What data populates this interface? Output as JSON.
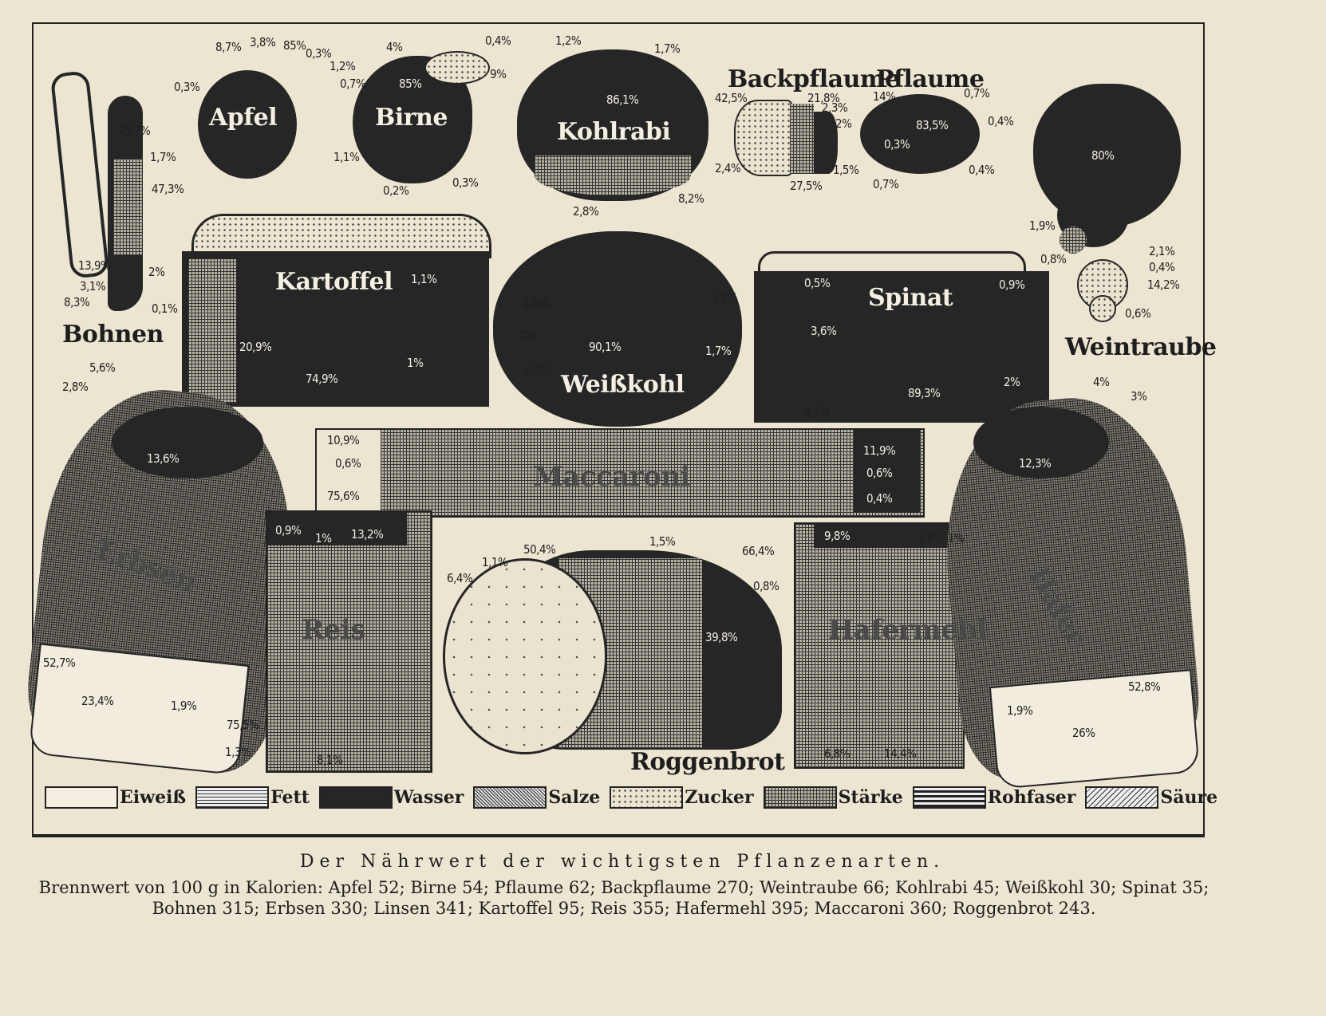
{
  "items": {
    "bohnen": {
      "name": "Bohnen",
      "labels": [
        "25,7%",
        "1,7%",
        "47,3%",
        "13,9%",
        "3,1%",
        "8,3%"
      ]
    },
    "apfel": {
      "name": "Apfel",
      "labels": [
        "8,7%",
        "3,8%",
        "85%",
        "0,3%",
        "1,2%",
        "0,7%",
        "0,3%"
      ]
    },
    "birne": {
      "name": "Birne",
      "labels": [
        "4%",
        "0,4%",
        "9%",
        "85%",
        "1,1%",
        "0,2%",
        "0,3%"
      ]
    },
    "kohlrabi": {
      "name": "Kohlrabi",
      "labels": [
        "1,2%",
        "1,7%",
        "86,1%",
        "2,8%",
        "8,2%"
      ]
    },
    "backpflaume": {
      "name": "Backpflaume",
      "labels": [
        "42,5%",
        "21,8%",
        "2,3%",
        "2%",
        "2,4%",
        "27,5%",
        "1,5%"
      ]
    },
    "pflaume": {
      "name": "Pflaume",
      "labels": [
        "14%",
        "0,7%",
        "0,4%",
        "83,5%",
        "0,3%",
        "0,4%",
        "0,7%"
      ]
    },
    "weintraube": {
      "name": "Weintraube",
      "labels": [
        "80%",
        "1,9%",
        "0,8%",
        "2,1%",
        "0,4%",
        "14,2%",
        "0,6%"
      ]
    },
    "kartoffel": {
      "name": "Kartoffel",
      "labels": [
        "2%",
        "0,1%",
        "1,1%",
        "20,9%",
        "1%",
        "74,9%"
      ]
    },
    "weisskohl": {
      "name": "Weißkohl",
      "labels": [
        "1,8%",
        "5%",
        "0,2%",
        "90,1%",
        "1,2%",
        "1,7%"
      ]
    },
    "spinat": {
      "name": "Spinat",
      "labels": [
        "0,5%",
        "0,9%",
        "3,6%",
        "2%",
        "89,3%",
        "3,7%"
      ]
    },
    "maccaroni": {
      "name": "Maccaroni",
      "labels": [
        "10,9%",
        "0,6%",
        "75,6%",
        "11,9%",
        "0,6%",
        "0,4%"
      ]
    },
    "erbsen": {
      "name": "Erbsen",
      "labels": [
        "5,6%",
        "2,8%",
        "13,6%",
        "52,7%",
        "23,4%",
        "1,9%"
      ]
    },
    "reis": {
      "name": "Reis",
      "labels": [
        "0,9%",
        "1%",
        "13,2%",
        "75,5%",
        "1,3%",
        "8,1%"
      ]
    },
    "roggenbrot": {
      "name": "Roggenbrot",
      "labels": [
        "6,4%",
        "1,1%",
        "50,4%",
        "1,5%",
        "0,8%",
        "39,8%"
      ]
    },
    "hafermehl": {
      "name": "Hafermehl",
      "labels": [
        "66,4%",
        "9,8%",
        "1,6%",
        "1%",
        "6,8%",
        "14,4%"
      ]
    },
    "hafer": {
      "name": "Hafer",
      "labels": [
        "4%",
        "3%",
        "12,3%",
        "52,8%",
        "1,9%",
        "26%"
      ]
    }
  },
  "legend": [
    "Eiweiß",
    "Fett",
    "Wasser",
    "Salze",
    "Zucker",
    "Stärke",
    "Rohfaser",
    "Säure"
  ],
  "caption": {
    "title": "Der Nährwert der wichtigsten Pflanzenarten.",
    "body": "Brennwert von 100 g in Kalorien: Apfel 52; Birne 54; Pflaume 62; Backpflaume 270; Weintraube 66; Kohlrabi 45; Weißkohl 30; Spinat 35; Bohnen 315; Erbsen 330; Linsen 341; Kartoffel 95; Reis 355; Hafermehl 395; Maccaroni 360; Roggenbrot 243."
  }
}
